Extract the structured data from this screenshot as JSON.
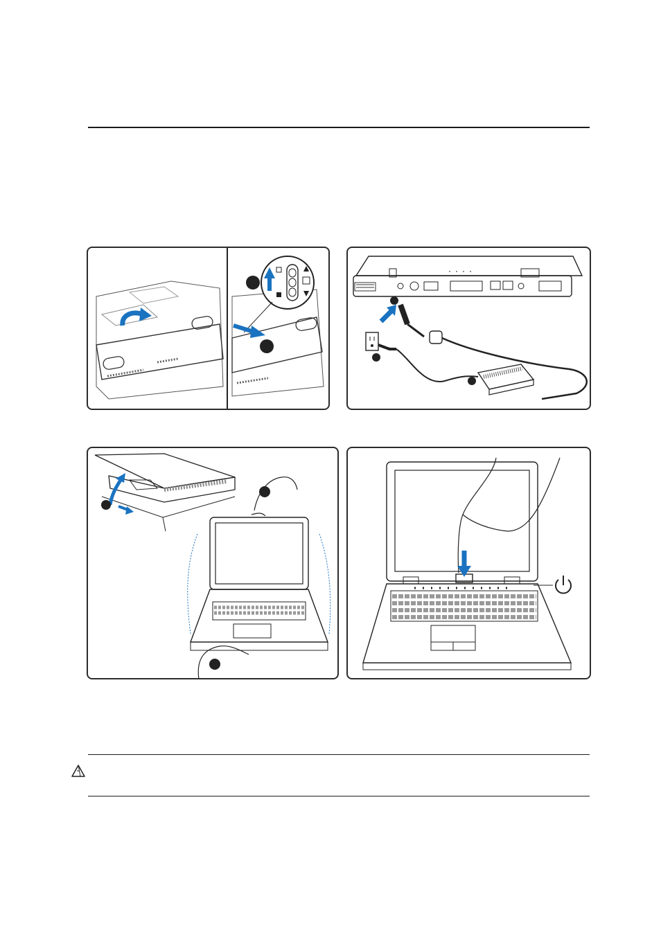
{
  "page": {
    "background": "#ffffff",
    "line_color": "#1a1a1a",
    "accent_color": "#1a73c0"
  },
  "figures": [
    {
      "name": "install-battery-pack",
      "icon": "battery-icon"
    },
    {
      "name": "connect-ac-power-adapter",
      "icon": "power-plug-icon"
    },
    {
      "name": "open-display-panel",
      "icon": "hand-icon"
    },
    {
      "name": "turn-on-notebook",
      "icon": "power-icon"
    }
  ],
  "caution": {
    "icon": "warning-icon"
  }
}
